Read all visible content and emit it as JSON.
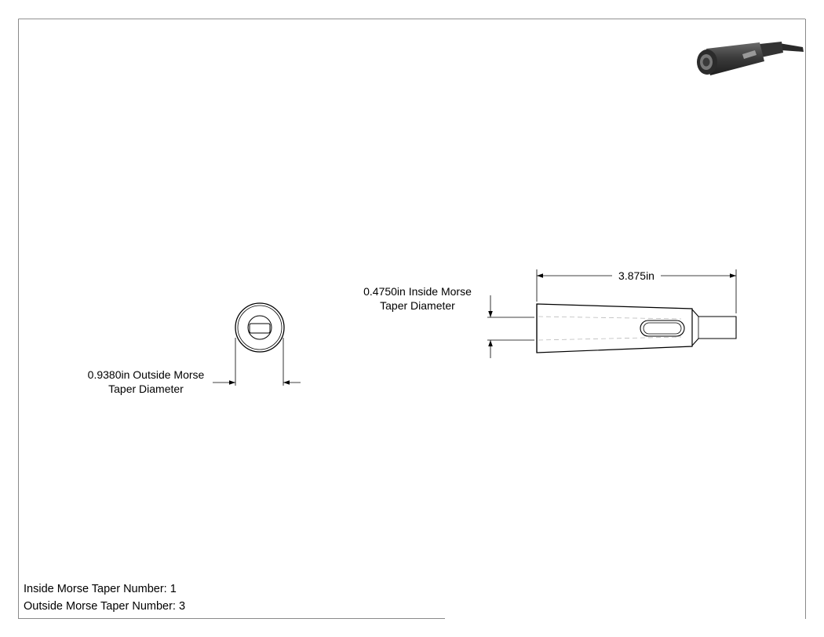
{
  "dimensions": {
    "length": "3.875in",
    "inside_diameter": [
      "0.4750in Inside Morse",
      "Taper Diameter"
    ],
    "outside_diameter": [
      "0.9380in Outside Morse",
      "Taper Diameter"
    ]
  },
  "notes": {
    "inside_taper": "Inside Morse Taper Number: 1",
    "outside_taper": "Outside Morse Taper Number: 3"
  }
}
